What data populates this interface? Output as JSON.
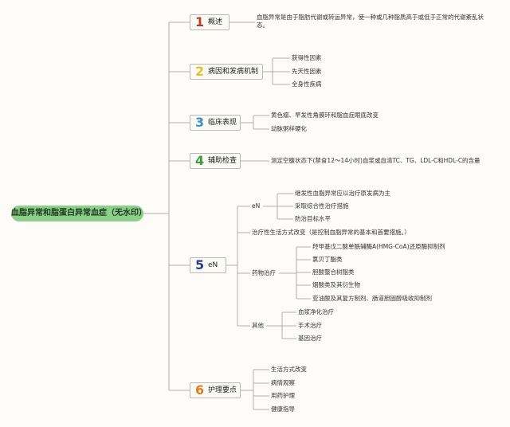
{
  "root": {
    "label": "血脂异常和脂蛋白异常血症（无水印）"
  },
  "colors": {
    "line": "#9a9a9a",
    "root": "#8ccf8a"
  },
  "sections": [
    {
      "num": "1",
      "label": "概述",
      "color": "#c0392b",
      "items": [
        {
          "text": "血脂异常是由于脂肪代谢或转运异常，使一种或几种脂质高于或低于正常的代谢紊乱状态。"
        }
      ]
    },
    {
      "num": "2",
      "label": "病因和发病机制",
      "color": "#e3c228",
      "items": [
        {
          "text": "获得性因素"
        },
        {
          "text": "先天性因素"
        },
        {
          "text": "全身性疾病"
        }
      ]
    },
    {
      "num": "3",
      "label": "临床表现",
      "color": "#3a8fd0",
      "items": [
        {
          "text": "黄色瘤、早发性角膜环和脂血症眼底改变"
        },
        {
          "text": "动脉粥样硬化"
        }
      ]
    },
    {
      "num": "4",
      "label": "辅助检查",
      "color": "#3f9a3c",
      "items": [
        {
          "text": "测定空腹状态下(禁食12～14小时)血浆或血清TC、TG、LDL-C和HDL-C的含量"
        }
      ]
    },
    {
      "num": "5",
      "label": "eN",
      "color": "#2c3e8a",
      "items": [
        {
          "text": "eN",
          "children": [
            {
              "text": "继发性血脂异常应以治疗原发病为主"
            },
            {
              "text": "采取综合性治疗措施"
            },
            {
              "text": "防治目标水平"
            }
          ]
        },
        {
          "text": "治疗性生活方式改变（是控制血脂异常的基本和首要措施。）"
        },
        {
          "text": "药物治疗",
          "children": [
            {
              "text": "羟甲基戊二酸单酰辅酶A(HMG-CoA)还原酶抑制剂"
            },
            {
              "text": "氯贝丁酯类"
            },
            {
              "text": "胆酸螯合树脂类"
            },
            {
              "text": "烟酸类及其衍生物"
            },
            {
              "text": "亚油酸及其复方制剂、肠道胆固醇吸收抑制剂"
            }
          ]
        },
        {
          "text": "其他",
          "children": [
            {
              "text": "血浆净化治疗"
            },
            {
              "text": "手术治疗"
            },
            {
              "text": "基因治疗"
            }
          ]
        }
      ]
    },
    {
      "num": "6",
      "label": "护理要点",
      "color": "#e07b1e",
      "items": [
        {
          "text": "生活方式改变"
        },
        {
          "text": "病情观察"
        },
        {
          "text": "用药护理"
        },
        {
          "text": "健康指导"
        }
      ]
    }
  ]
}
